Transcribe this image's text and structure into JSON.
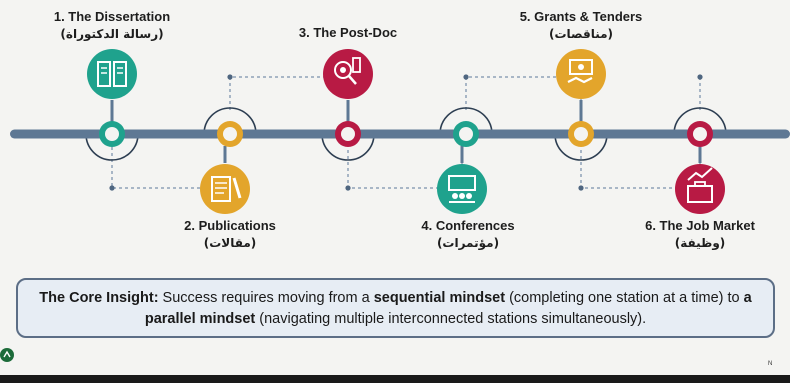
{
  "stations": [
    {
      "en": "1. The Dissertation",
      "ar": "(رسالة الدكتوراة)",
      "icon": "dissertation-icon",
      "color": "#1fa28d"
    },
    {
      "en": "2. Publications",
      "ar": "(مقالات)",
      "icon": "publications-icon",
      "color": "#e3a52b"
    },
    {
      "en": "3. The Post-Doc",
      "ar": "",
      "icon": "postdoc-icon",
      "color": "#b81a44"
    },
    {
      "en": "4. Conferences",
      "ar": "(مؤتمرات)",
      "icon": "conferences-icon",
      "color": "#1fa28d"
    },
    {
      "en": "5. Grants & Tenders",
      "ar": "(مناقصات)",
      "icon": "grants-icon",
      "color": "#e3a52b"
    },
    {
      "en": "6. The Job Market",
      "ar": "(وظيفة)",
      "icon": "job-market-icon",
      "color": "#b81a44"
    }
  ],
  "insight": {
    "lead": "The Core Insight:",
    "t1": " Success requires moving from a ",
    "b1": "sequential mindset",
    "t2": " (completing one station at a time) to ",
    "b2": "a parallel mindset",
    "t3": " (navigating multiple interconnected stations simultaneously)."
  },
  "watermark": "N",
  "colors": {
    "line": "#5e7894",
    "teal": "#1fa28d",
    "gold": "#e3a52b",
    "crimson": "#b81a44",
    "insight_border": "#5c6e86",
    "insight_bg": "#e7edf4"
  }
}
